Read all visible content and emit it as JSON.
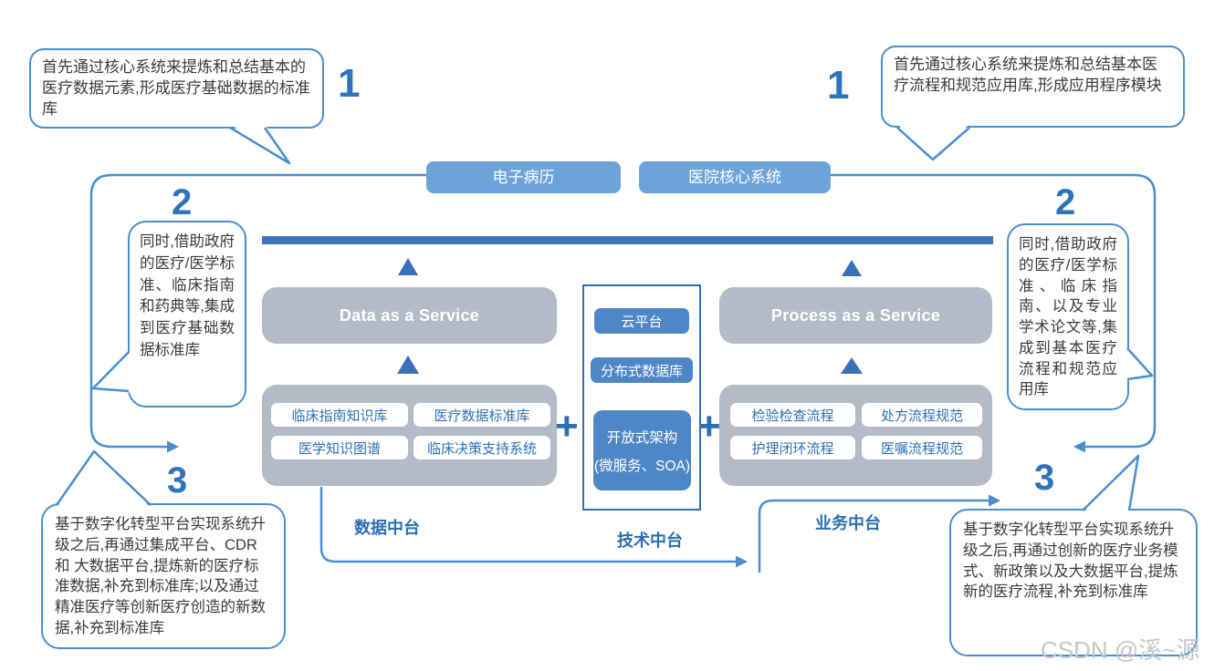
{
  "callouts": {
    "top_left": {
      "number": "1",
      "text": "首先通过核心系统来提炼和总结基本的医疗数据元素,形成医疗基础数据的标准库"
    },
    "top_right": {
      "number": "1",
      "text": "首先通过核心系统来提炼和总结基本医疗流程和规范应用库,形成应用程序模块"
    },
    "mid_left": {
      "number": "2",
      "text": "同时,借助政府的医疗/医学标准、临床指南和药典等,集成到医疗基础数据标准库"
    },
    "mid_right": {
      "number": "2",
      "text": "同时,借助政府的医疗/医学标准、临床指南、以及专业学术论文等,集成到基本医疗流程和规范应用库"
    },
    "bottom_left": {
      "number": "3",
      "text": "基于数字化转型平台实现系统升级之后,再通过集成平台、CDR 和 大数据平台,提炼新的医疗标准数据,补充到标准库;以及通过精准医疗等创新医疗创造的新数据,补充到标准库"
    },
    "bottom_right": {
      "number": "3",
      "text": "基于数字化转型平台实现系统升级之后,再通过创新的医疗业务模式、新政策以及大数据平台,提炼新的医疗流程,补充到标准库"
    }
  },
  "source_systems": {
    "emr": "电子病历",
    "his": "医院核心系统"
  },
  "middle_platforms": {
    "data": {
      "service": "Data as a Service",
      "modules": [
        "临床指南知识库",
        "医疗数据标准库",
        "医学知识图谱",
        "临床决策支持系统"
      ],
      "label": "数据中台"
    },
    "tech": {
      "modules": [
        "云平台",
        "分布式数据库"
      ],
      "architecture_line1": "开放式架构",
      "architecture_line2": "(微服务、SOA)",
      "label": "技术中台"
    },
    "business": {
      "service": "Process as a Service",
      "modules": [
        "检验检查流程",
        "处方流程规范",
        "护理闭环流程",
        "医嘱流程规范"
      ],
      "label": "业务中台"
    }
  },
  "plus": "+",
  "watermark": "CSDN @溪~源",
  "colors": {
    "accent_blue": "#2e6fb3",
    "line_blue": "#4a8fd0",
    "bar_blue": "#3e73b7",
    "box_gray": "#b4bac6",
    "pill_blue": "#4f86c6",
    "button_blue": "#6ca4d9"
  }
}
